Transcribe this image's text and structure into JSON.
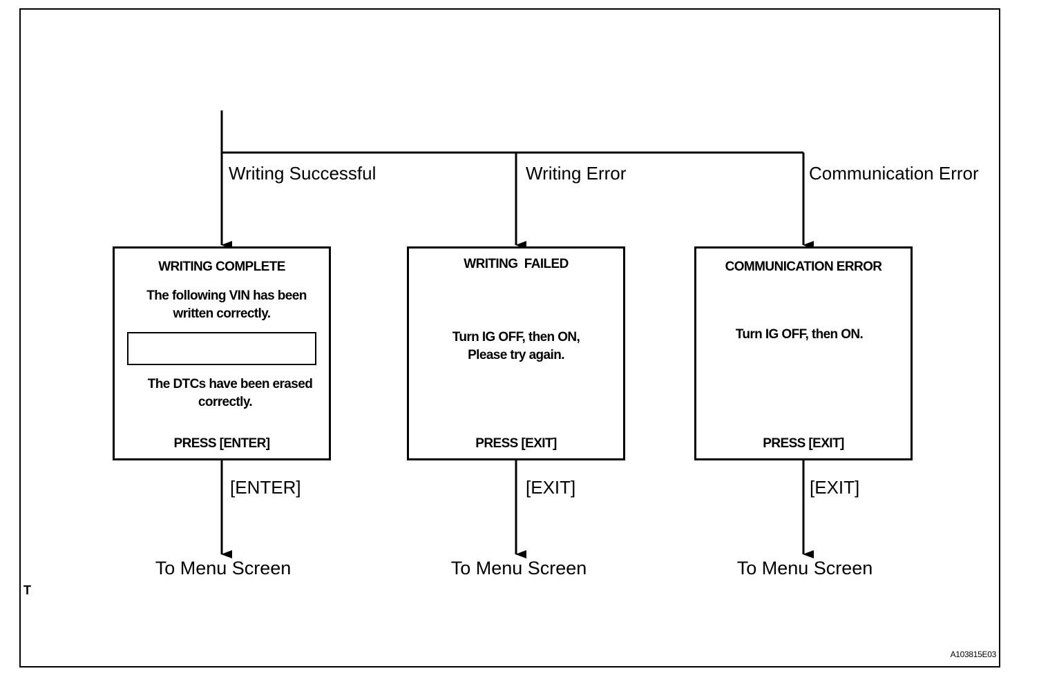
{
  "branches": {
    "success": "Writing Successful",
    "writing_error": "Writing Error",
    "comm_error": "Communication Error"
  },
  "screens": {
    "complete": {
      "title": "WRITING COMPLETE",
      "line1": "The following VIN has been",
      "line2": "written correctly.",
      "line3": "The DTCs have been erased",
      "line4": "correctly.",
      "press": "PRESS [ENTER]"
    },
    "failed": {
      "title": "WRITING  FAILED",
      "line1": "Turn IG OFF, then ON,",
      "line2": "Please try again.",
      "press": "PRESS [EXIT]"
    },
    "comm": {
      "title": "COMMUNICATION ERROR",
      "line1": "Turn IG OFF, then ON.",
      "press": "PRESS [EXIT]"
    }
  },
  "keys": {
    "enter": "[ENTER]",
    "exit_1": "[EXIT]",
    "exit_2": "[EXIT]"
  },
  "destinations": {
    "d1": "To Menu Screen",
    "d2": "To Menu Screen",
    "d3": "To Menu Screen"
  },
  "corner_mark": "T",
  "figure_id": "A103815E03"
}
